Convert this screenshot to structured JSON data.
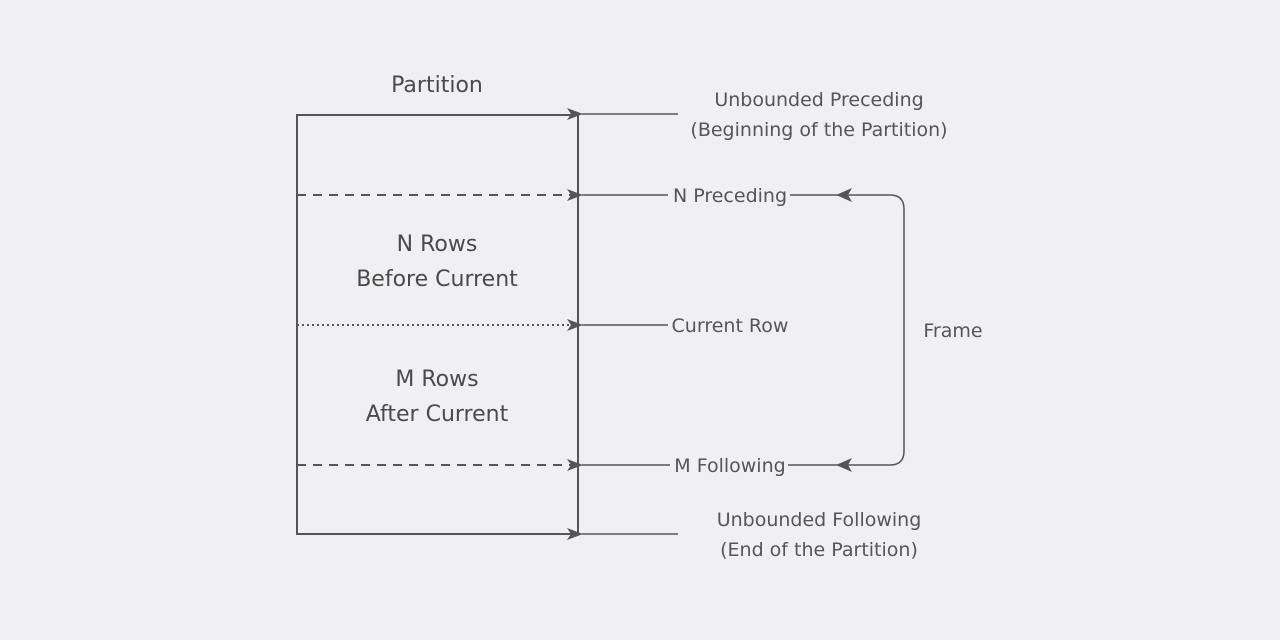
{
  "partition": {
    "title": "Partition",
    "block_n": {
      "line1": "N Rows",
      "line2": "Before Current"
    },
    "block_m": {
      "line1": "M Rows",
      "line2": "After Current"
    }
  },
  "labels": {
    "unbounded_preceding": {
      "line1": "Unbounded Preceding",
      "line2": "(Beginning of the Partition)"
    },
    "n_preceding": "N Preceding",
    "current_row": "Current Row",
    "m_following": "M Following",
    "unbounded_following": {
      "line1": "Unbounded Following",
      "line2": "(End of the Partition)"
    },
    "frame": "Frame"
  },
  "colors": {
    "background": "#f0f0f2",
    "line": "#555555",
    "text": "#4a4a4a"
  }
}
